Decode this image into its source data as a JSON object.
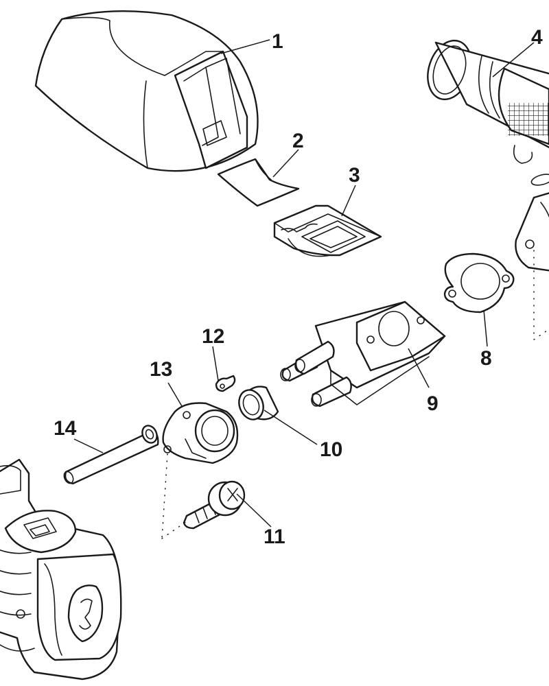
{
  "callouts": [
    {
      "id": "1",
      "label": "1"
    },
    {
      "id": "2",
      "label": "2"
    },
    {
      "id": "3",
      "label": "3"
    },
    {
      "id": "4",
      "label": "4"
    },
    {
      "id": "8",
      "label": "8"
    },
    {
      "id": "9",
      "label": "9"
    },
    {
      "id": "10",
      "label": "10"
    },
    {
      "id": "11",
      "label": "11"
    },
    {
      "id": "12",
      "label": "12"
    },
    {
      "id": "13",
      "label": "13"
    },
    {
      "id": "14",
      "label": "14"
    }
  ]
}
